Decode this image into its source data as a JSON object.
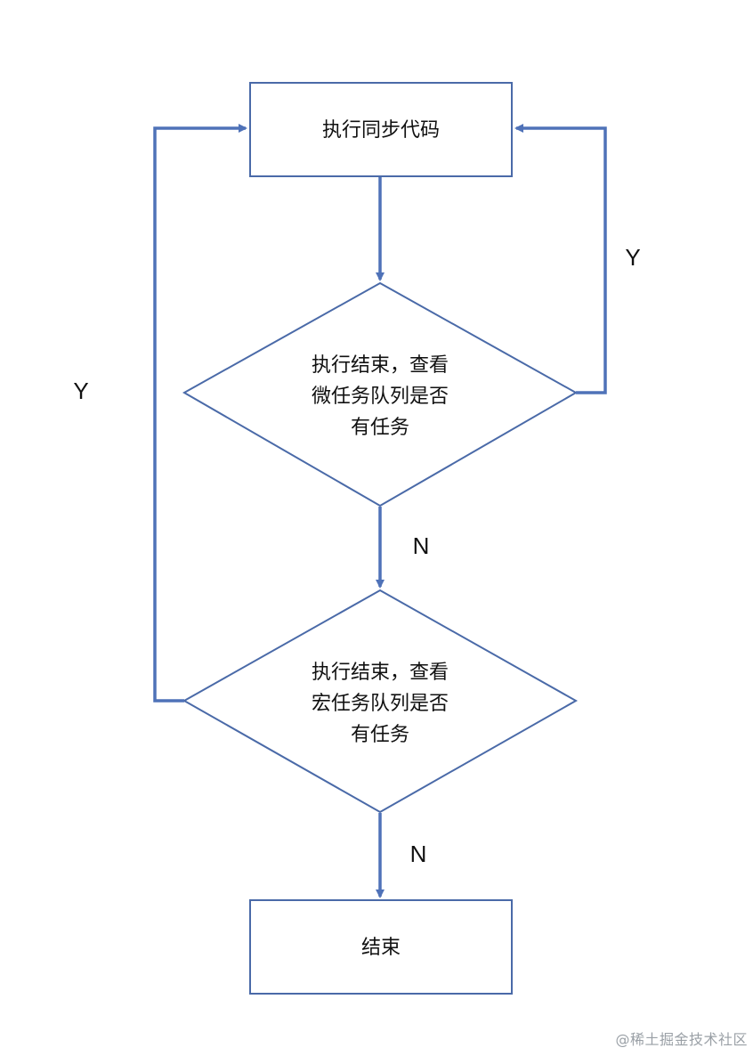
{
  "diagram": {
    "nodes": {
      "start": {
        "label": "执行同步代码"
      },
      "micro_check": {
        "lines": [
          "执行结束，查看",
          "微任务队列是否",
          "有任务"
        ]
      },
      "macro_check": {
        "lines": [
          "执行结束，查看",
          "宏任务队列是否",
          "有任务"
        ]
      },
      "end": {
        "label": "结束"
      }
    },
    "edge_labels": {
      "micro_yes": "Y",
      "micro_no": "N",
      "macro_yes": "Y",
      "macro_no": "N"
    }
  },
  "watermark": "@稀土掘金技术社区",
  "colors": {
    "shape_stroke": "#4a6aa8",
    "connector": "#4f72b8",
    "text": "#111111",
    "watermark": "#9aa0a6"
  }
}
